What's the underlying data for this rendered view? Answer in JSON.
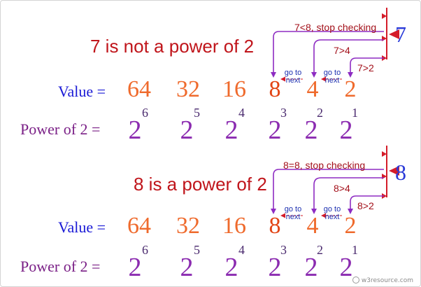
{
  "labels": {
    "value": "Value =",
    "power": "Power of 2 =",
    "go_to": "go to",
    "next": "next"
  },
  "values": [
    "64",
    "32",
    "16",
    "8",
    "4",
    "2"
  ],
  "bases": [
    "2",
    "2",
    "2",
    "2",
    "2",
    "2"
  ],
  "exponents": [
    "6",
    "5",
    "4",
    "3",
    "2",
    "1"
  ],
  "panels": [
    {
      "number": "7",
      "result": "7 is not a power of 2",
      "checks": [
        "7<8, stop checking",
        "7>4",
        "7>2"
      ]
    },
    {
      "number": "8",
      "result": "8 is a power of 2",
      "checks": [
        "8=8, stop checking",
        "8>4",
        "8>2"
      ]
    }
  ],
  "colors": {
    "check_arrow": "#8d2bc2",
    "stop_line": "#d41c2a",
    "go_to_arrow": "#d41c2a",
    "value": "#ef6a2c",
    "number": "#2a3ad8"
  },
  "watermark": "w3resource.com"
}
